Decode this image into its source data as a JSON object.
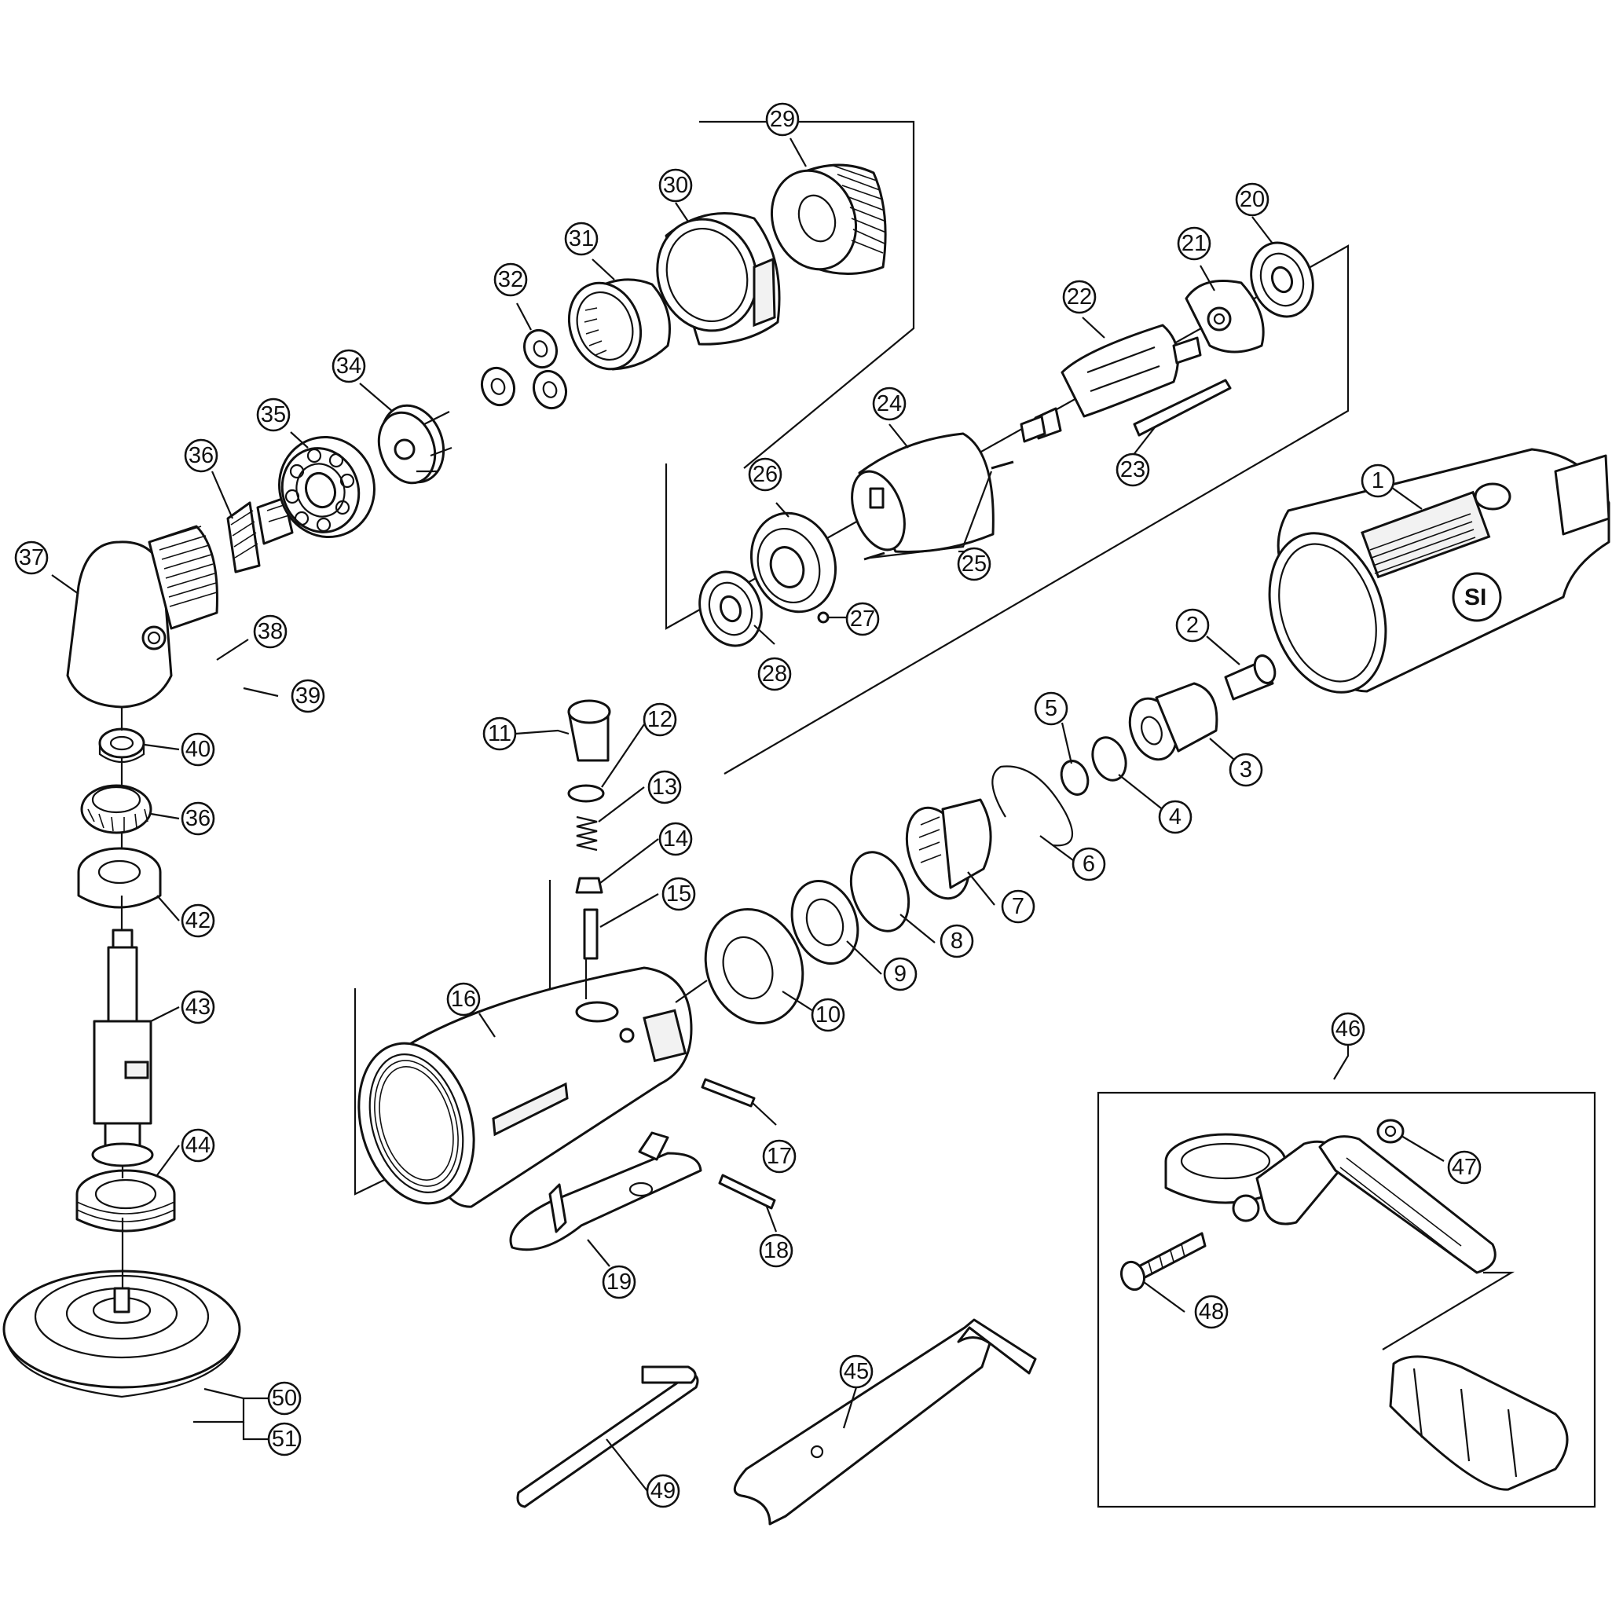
{
  "brand": {
    "logo_text": "SI"
  },
  "callouts": [
    "1",
    "2",
    "3",
    "4",
    "5",
    "6",
    "7",
    "8",
    "9",
    "10",
    "11",
    "12",
    "13",
    "14",
    "15",
    "16",
    "17",
    "18",
    "19",
    "20",
    "21",
    "22",
    "23",
    "24",
    "25",
    "26",
    "27",
    "28",
    "29",
    "30",
    "31",
    "32",
    "34",
    "35",
    "36",
    "37",
    "38",
    "39",
    "40",
    "36",
    "42",
    "43",
    "44",
    "45",
    "46",
    "47",
    "48",
    "49",
    "50",
    "51"
  ]
}
